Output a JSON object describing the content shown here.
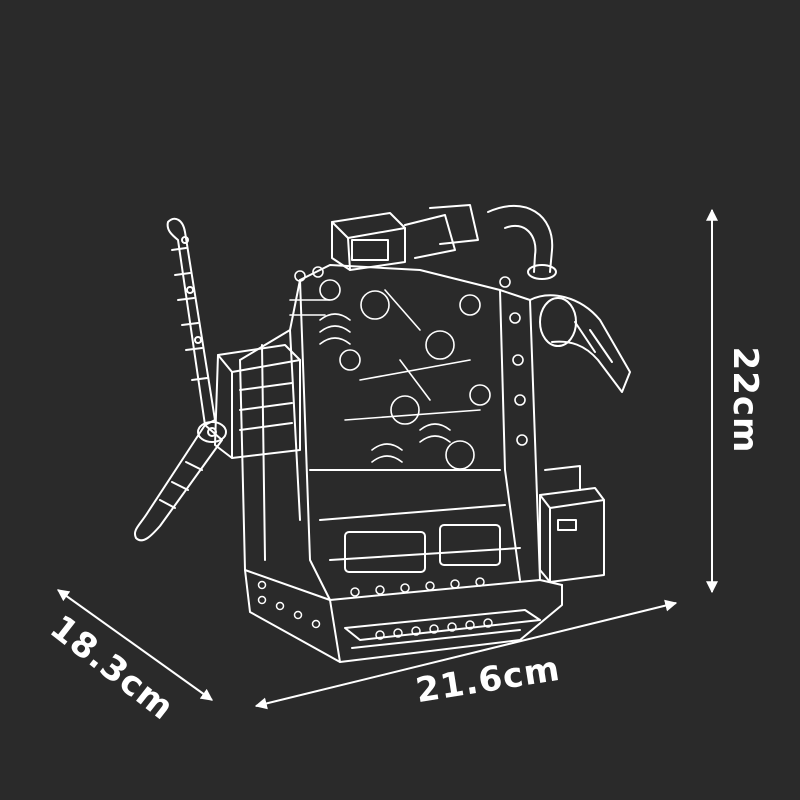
{
  "dimensions": {
    "height": "22cm",
    "width": "21.6cm",
    "depth": "18.3cm"
  },
  "colors": {
    "background": "#2a2a2a",
    "line": "#ffffff"
  }
}
